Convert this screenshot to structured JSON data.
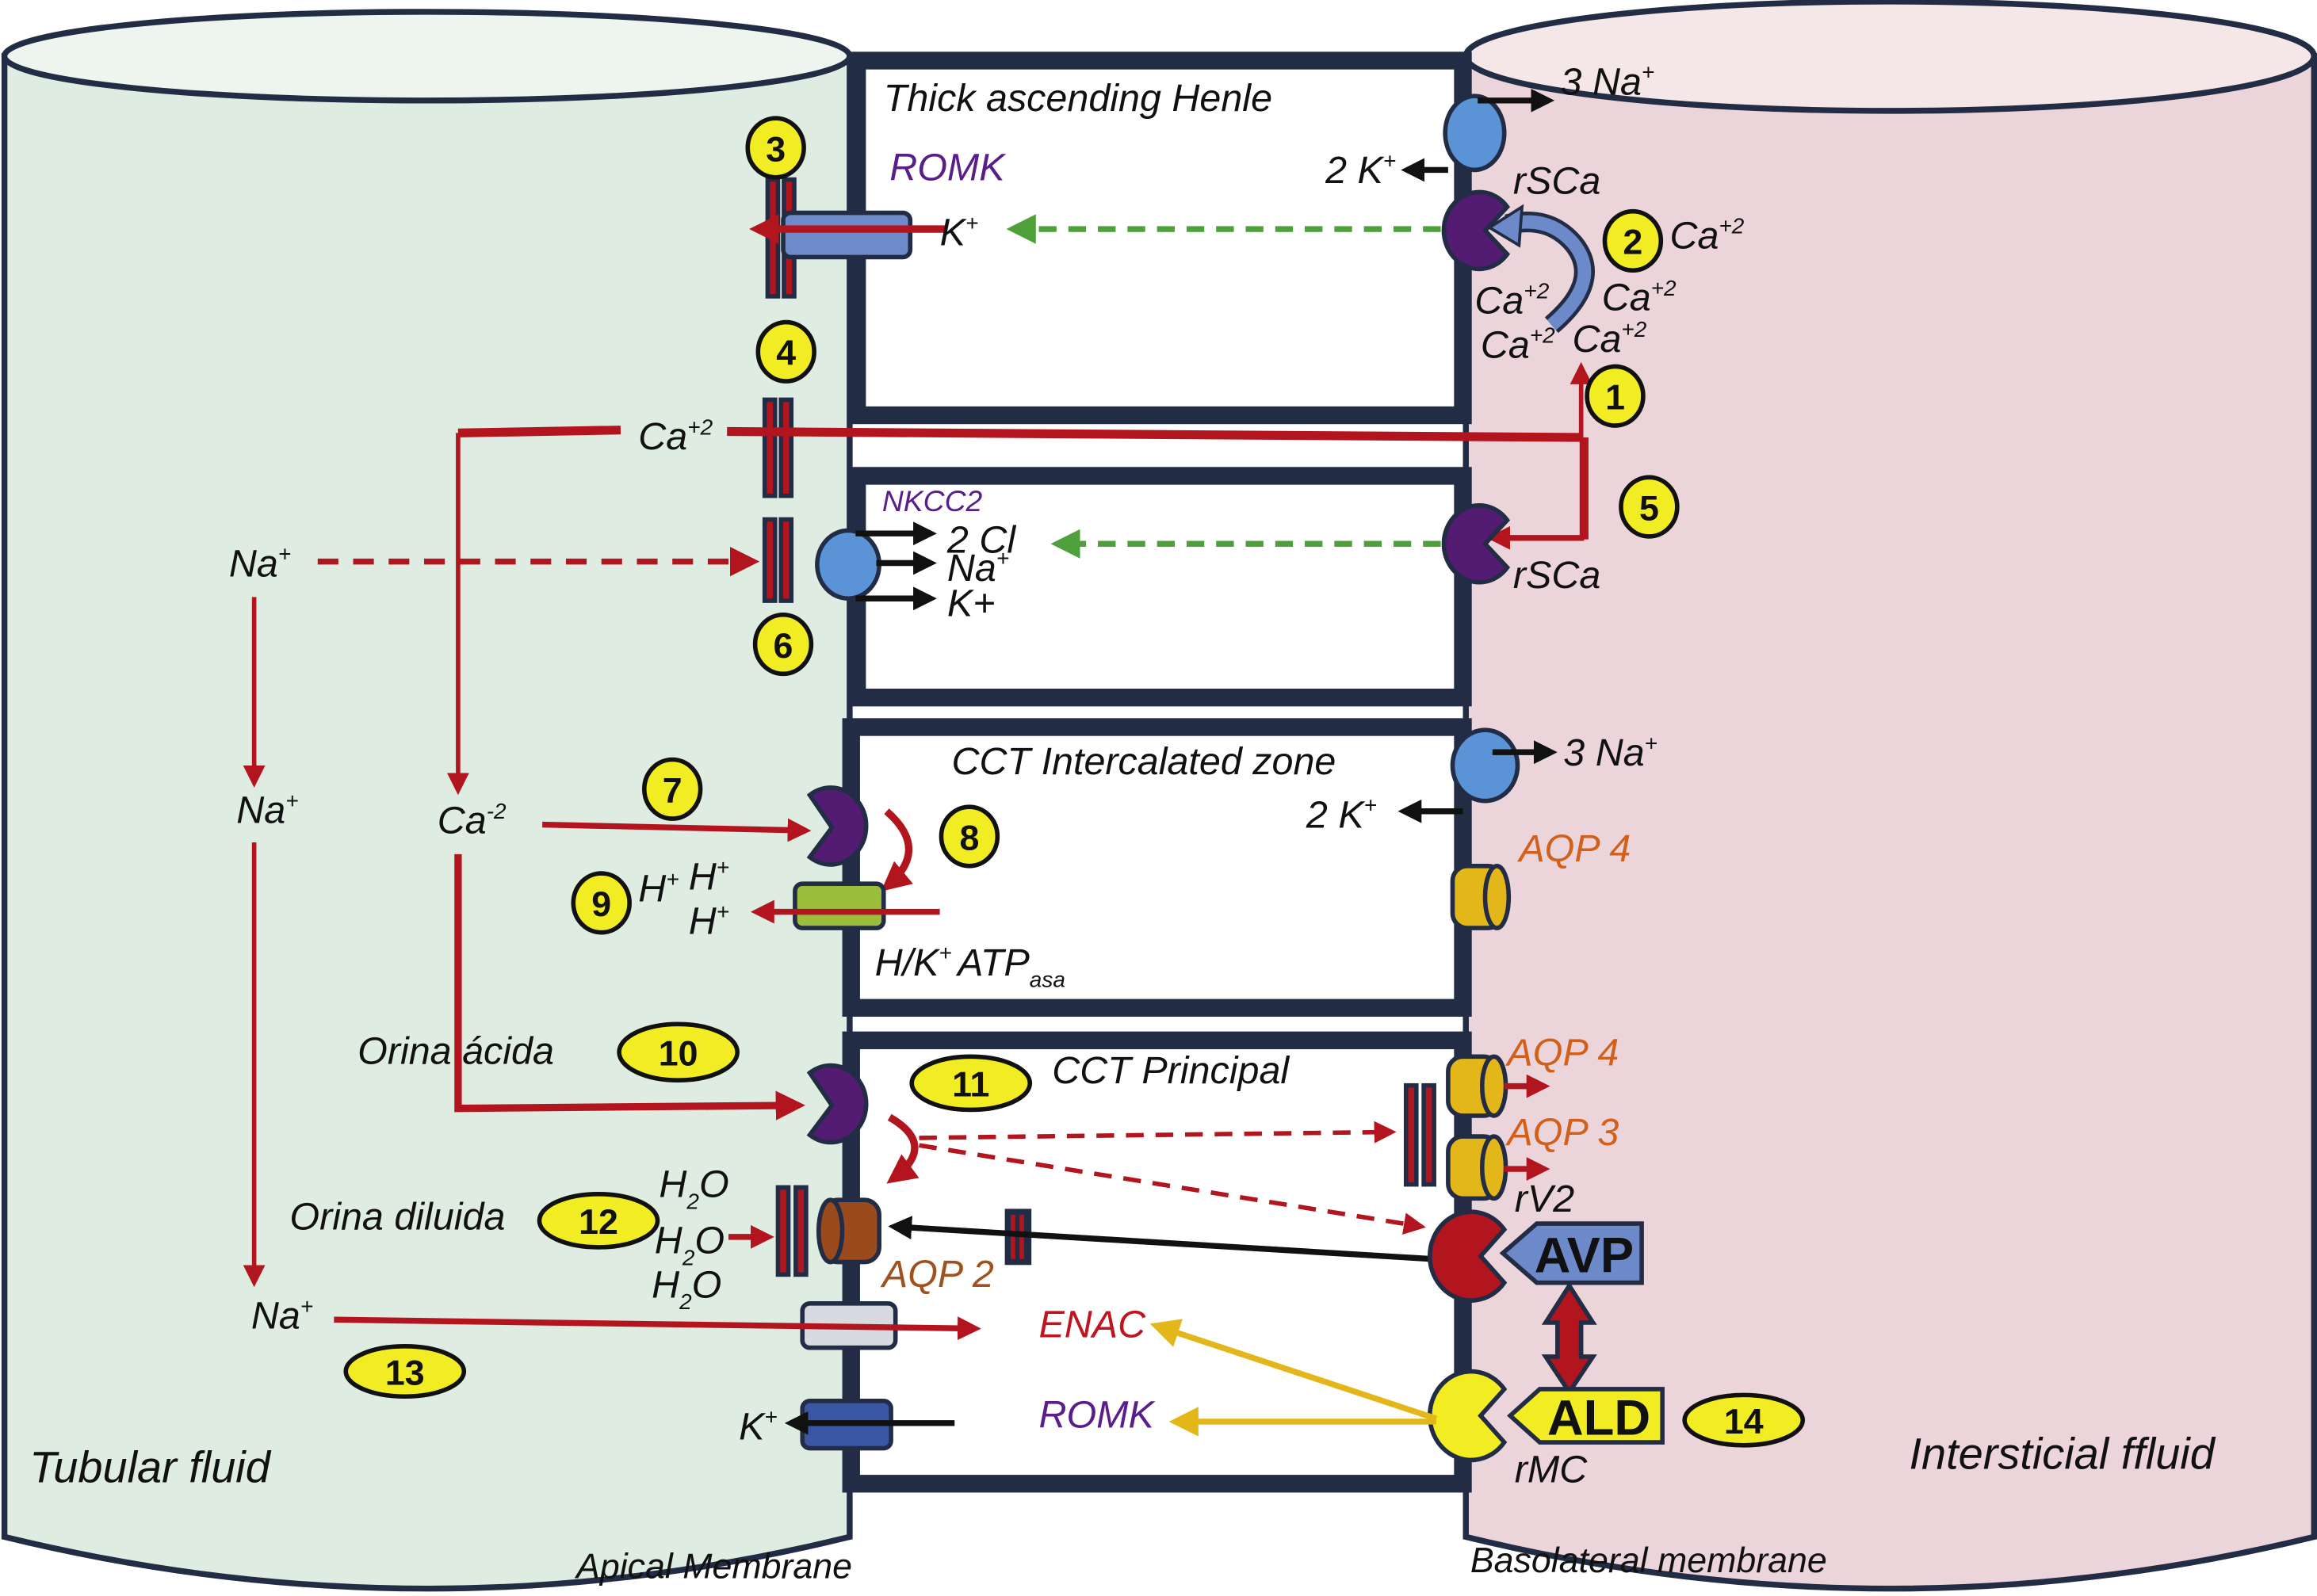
{
  "colors": {
    "tubular_fluid": "#deece2",
    "tubular_fluid_top": "#eef5ef",
    "interstitial_fluid": "#ecd5da",
    "interstitial_fluid_top": "#f5e6e8",
    "membrane": "#232c45",
    "red_flow": "#b3151e",
    "green_flow": "#4ea03a",
    "badge_fill": "#f2ec22",
    "receptor_purple": "#531c72",
    "pump_blue": "#5b94d6",
    "aquaporin_yellow": "#e3b71a",
    "aquaporin2_brown": "#9b4a1e",
    "romk_channel_blue": "#6e8ac8",
    "atpase_green": "#9bbd3c",
    "enac_gray": "#d9dae0",
    "k_channel_dark_blue": "#3a57a4",
    "avp_blue": "#6c8ac9",
    "ald_yellow": "#f2ec22",
    "rv2_red": "#b3151e",
    "yellow_arrow": "#e3b71a"
  },
  "compartments": {
    "tubular_fluid": "Tubular fluid",
    "interstitial_fluid": "Intersticial ffluid",
    "apical_membrane": "Apical Membrane",
    "basolateral_membrane": "Basolateral membrane"
  },
  "segments": [
    {
      "id": "tal",
      "title": "Thick ascending Henle"
    },
    {
      "id": "nkcc2",
      "title": ""
    },
    {
      "id": "cct_ic",
      "title": "CCT Intercalated zone"
    },
    {
      "id": "cct_pc",
      "title": "CCT Principal"
    }
  ],
  "labels": {
    "romk_top": "ROMK",
    "k_plus_romk": "K",
    "three_na_top": "3 Na",
    "two_k_top": "2 K",
    "rsca_top": "rSCa",
    "ca_badge2": "Ca",
    "ca_a": "Ca",
    "ca_b": "Ca",
    "ca_c": "Ca",
    "ca_d": "Ca",
    "ca_main": "Ca",
    "plus2": "+2",
    "plus": "+",
    "nkcc2": "NKCC2",
    "two_cl": "2 Cl",
    "nkcc_na": "Na",
    "nkcc_k": "K+",
    "rsca_mid": "rSCa",
    "na_left_top": "Na",
    "na_left_mid": "Na",
    "na_left_bottom": "Na",
    "ca_left": "Ca",
    "ca_left_sup": "-2",
    "three_na_ic": "3 Na",
    "two_k_ic": "2 K",
    "aqp4_ic": "AQP 4",
    "h1": "H",
    "h2": "H",
    "h3": "H",
    "hk_atpase": "H/K",
    "hk_atpase_plus": "+",
    "atp": "ATP",
    "atp_sub": "asa",
    "orina_acida": "Orina ácida",
    "orina_diluida": "Orina diluida",
    "h2o": "H",
    "h2o_o": "O",
    "h2o_2": "2",
    "aqp2": "AQP 2",
    "aqp4_pc": "AQP 4",
    "aqp3_pc": "AQP 3",
    "rv2": "rV2",
    "avp": "AVP",
    "ald": "ALD",
    "rmc": "rMC",
    "enac": "ENAC",
    "romk_bottom": "ROMK",
    "k_bottom": "K"
  },
  "badges": [
    "1",
    "2",
    "3",
    "4",
    "5",
    "6",
    "7",
    "8",
    "9",
    "10",
    "11",
    "12",
    "13",
    "14"
  ]
}
